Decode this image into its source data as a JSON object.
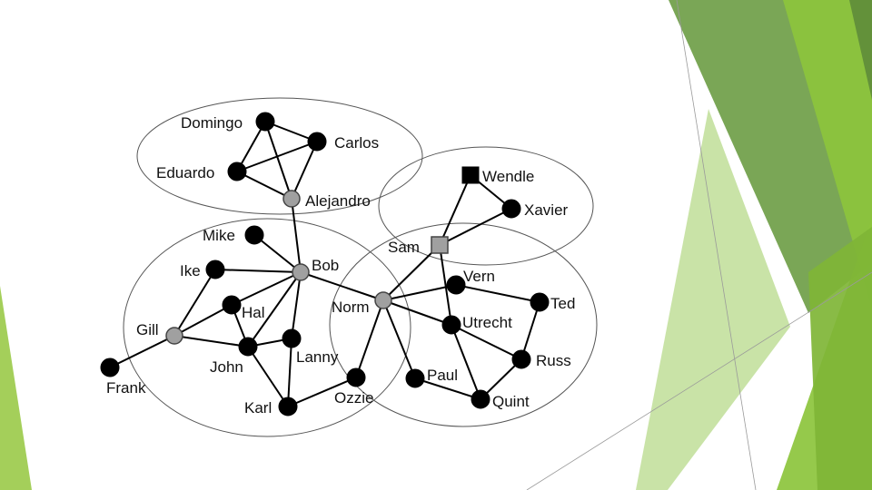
{
  "theme": {
    "node_black": "#000000",
    "node_gray": "#a0a0a0",
    "decor_greens": [
      "#5f8d3a",
      "#6f9e48",
      "#7fb536",
      "#8cc43c",
      "#9ccb4c",
      "#b7d98a",
      "#d3e8b4"
    ]
  },
  "graph": {
    "nodes": [
      {
        "id": "domingo",
        "label": "Domingo",
        "kind": "black-circle"
      },
      {
        "id": "carlos",
        "label": "Carlos",
        "kind": "black-circle"
      },
      {
        "id": "eduardo",
        "label": "Eduardo",
        "kind": "black-circle"
      },
      {
        "id": "alejandro",
        "label": "Alejandro",
        "kind": "gray-circle"
      },
      {
        "id": "wendle",
        "label": "Wendle",
        "kind": "black-square"
      },
      {
        "id": "xavier",
        "label": "Xavier",
        "kind": "black-circle"
      },
      {
        "id": "sam",
        "label": "Sam",
        "kind": "gray-square"
      },
      {
        "id": "mike",
        "label": "Mike",
        "kind": "black-circle"
      },
      {
        "id": "ike",
        "label": "Ike",
        "kind": "black-circle"
      },
      {
        "id": "bob",
        "label": "Bob",
        "kind": "gray-circle"
      },
      {
        "id": "hal",
        "label": "Hal",
        "kind": "black-circle"
      },
      {
        "id": "gill",
        "label": "Gill",
        "kind": "gray-circle"
      },
      {
        "id": "john",
        "label": "John",
        "kind": "black-circle"
      },
      {
        "id": "lanny",
        "label": "Lanny",
        "kind": "black-circle"
      },
      {
        "id": "frank",
        "label": "Frank",
        "kind": "black-circle"
      },
      {
        "id": "karl",
        "label": "Karl",
        "kind": "black-circle"
      },
      {
        "id": "ozzie",
        "label": "Ozzie",
        "kind": "black-circle"
      },
      {
        "id": "norm",
        "label": "Norm",
        "kind": "gray-circle"
      },
      {
        "id": "vern",
        "label": "Vern",
        "kind": "black-circle"
      },
      {
        "id": "ted",
        "label": "Ted",
        "kind": "black-circle"
      },
      {
        "id": "utrecht",
        "label": "Utrecht",
        "kind": "black-circle"
      },
      {
        "id": "paul",
        "label": "Paul",
        "kind": "black-circle"
      },
      {
        "id": "russ",
        "label": "Russ",
        "kind": "black-circle"
      },
      {
        "id": "quint",
        "label": "Quint",
        "kind": "black-circle"
      }
    ],
    "edges": [
      [
        "domingo",
        "carlos"
      ],
      [
        "domingo",
        "eduardo"
      ],
      [
        "domingo",
        "alejandro"
      ],
      [
        "carlos",
        "eduardo"
      ],
      [
        "carlos",
        "alejandro"
      ],
      [
        "eduardo",
        "alejandro"
      ],
      [
        "alejandro",
        "bob"
      ],
      [
        "wendle",
        "xavier"
      ],
      [
        "wendle",
        "sam"
      ],
      [
        "xavier",
        "sam"
      ],
      [
        "sam",
        "norm"
      ],
      [
        "sam",
        "utrecht"
      ],
      [
        "mike",
        "bob"
      ],
      [
        "ike",
        "bob"
      ],
      [
        "ike",
        "gill"
      ],
      [
        "bob",
        "hal"
      ],
      [
        "bob",
        "john"
      ],
      [
        "bob",
        "lanny"
      ],
      [
        "bob",
        "norm"
      ],
      [
        "gill",
        "hal"
      ],
      [
        "gill",
        "john"
      ],
      [
        "gill",
        "frank"
      ],
      [
        "hal",
        "john"
      ],
      [
        "john",
        "lanny"
      ],
      [
        "john",
        "karl"
      ],
      [
        "lanny",
        "karl"
      ],
      [
        "karl",
        "ozzie"
      ],
      [
        "ozzie",
        "norm"
      ],
      [
        "norm",
        "vern"
      ],
      [
        "norm",
        "utrecht"
      ],
      [
        "norm",
        "paul"
      ],
      [
        "vern",
        "ted"
      ],
      [
        "ted",
        "russ"
      ],
      [
        "utrecht",
        "russ"
      ],
      [
        "utrecht",
        "quint"
      ],
      [
        "paul",
        "quint"
      ],
      [
        "russ",
        "quint"
      ]
    ],
    "clusters": [
      "cluster-top",
      "cluster-right-top",
      "cluster-left",
      "cluster-right"
    ]
  }
}
